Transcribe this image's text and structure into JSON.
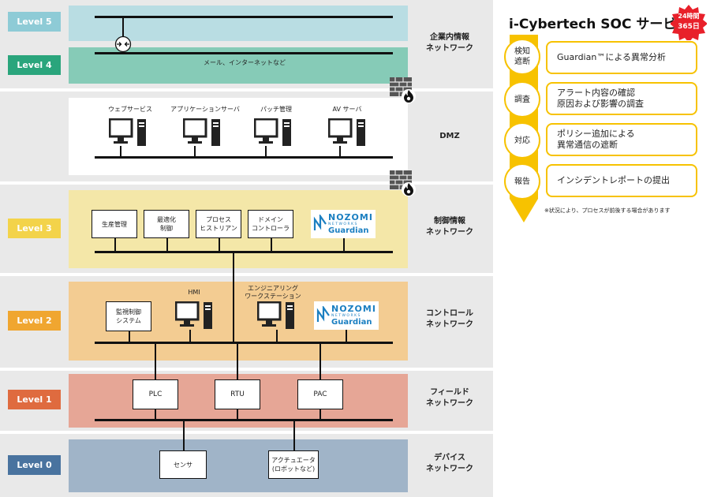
{
  "levels": [
    {
      "label": "Level 5",
      "color": "#8ecbd6"
    },
    {
      "label": "Level 4",
      "color": "#2aa57c"
    },
    {
      "label": "Level 3",
      "color": "#f3d34a"
    },
    {
      "label": "Level 2",
      "color": "#f0a630"
    },
    {
      "label": "Level 1",
      "color": "#df6b3f"
    },
    {
      "label": "Level 0",
      "color": "#49739f"
    }
  ],
  "networks": {
    "enterprise": "企業内情報\nネットワーク",
    "dmz": "DMZ",
    "control_info": "制御情報\nネットワーク",
    "control": "コントロール\nネットワーク",
    "field": "フィールド\nネットワーク",
    "device": "デバイス\nネットワーク"
  },
  "zones": {
    "level5_color": "#b9dde3",
    "level4_color": "#86cbb7",
    "dmz_color": "#ffffff",
    "level3_color": "#f4e7a8",
    "level2_color": "#f3cc92",
    "level1_color": "#e6a696",
    "level0_color": "#a0b4c8"
  },
  "level4_caption": "メール、インターネットなど",
  "dmz_servers": [
    "ウェブサービス",
    "アプリケーションサーバ",
    "パッチ管理",
    "AV サーバ"
  ],
  "level3_boxes": [
    "生産管理",
    "最適化\n制御",
    "プロセス\nヒストリアン",
    "ドメイン\nコントローラ"
  ],
  "level2": {
    "scada": "監視制御\nシステム",
    "hmi": "HMI",
    "eng": "エンジニアリング\nワークステーション"
  },
  "level1_boxes": [
    "PLC",
    "RTU",
    "PAC"
  ],
  "level0_boxes": [
    "センサ",
    "アクチュエータ\n(ロボットなど)"
  ],
  "nozomi": {
    "line1": "NOZOMI",
    "line2": "NETWORKS",
    "line3": "Guardian"
  },
  "icons": [
    "router-icon",
    "firewall-icon",
    "pc-icon"
  ],
  "service": {
    "title": "i-Cybertech SOC サービス",
    "badge_line1": "24時間",
    "badge_line2": "365日",
    "accent": "#f7c200",
    "badge_color": "#e8202a",
    "steps": [
      {
        "tag": "検知\n遮断",
        "text": "Guardian™による異常分析"
      },
      {
        "tag": "調査",
        "text": "アラート内容の確認\n原因および影響の調査"
      },
      {
        "tag": "対応",
        "text": "ポリシー追加による\n異常通信の遮断"
      },
      {
        "tag": "報告",
        "text": "インシデントレポートの提出"
      }
    ],
    "note": "※状況により、プロセスが前後する場合があります"
  }
}
